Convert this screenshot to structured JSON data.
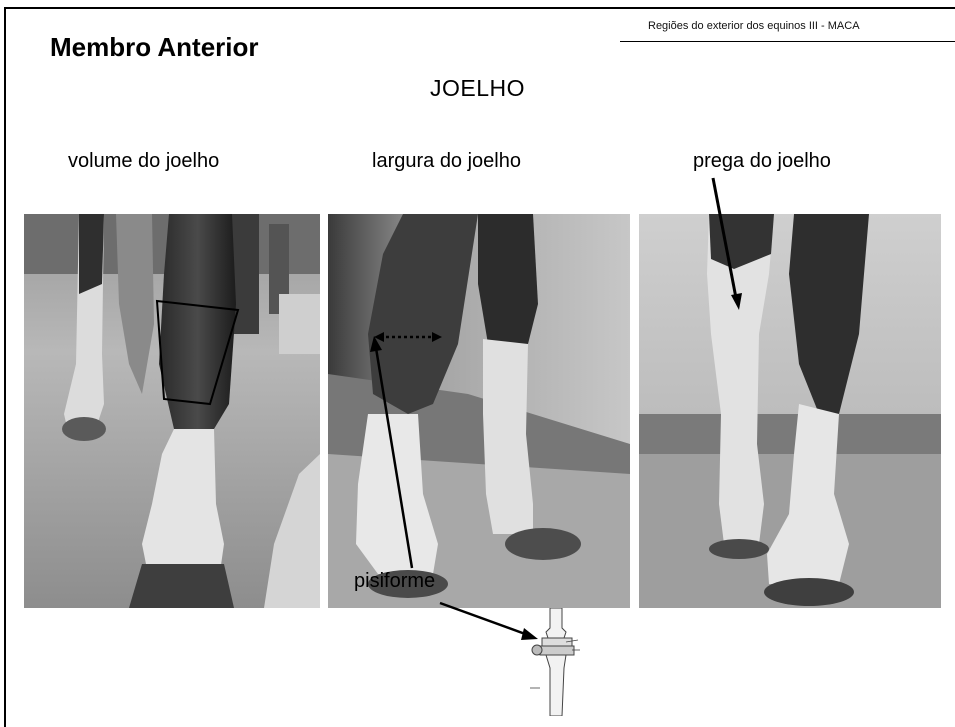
{
  "slide": {
    "header": "Regiões do exterior dos equinos  III  -  MACA",
    "title": "Membro Anterior",
    "region": "JOELHO",
    "captions": [
      "volume do joelho",
      "largura do joelho",
      "prega do joelho"
    ],
    "annotation": "pisiforme"
  },
  "colors": {
    "frame": "#000000",
    "background": "#ffffff"
  },
  "icons": [
    "dotted-double-arrow",
    "pointer-arrow",
    "knee-bone-illustration"
  ]
}
